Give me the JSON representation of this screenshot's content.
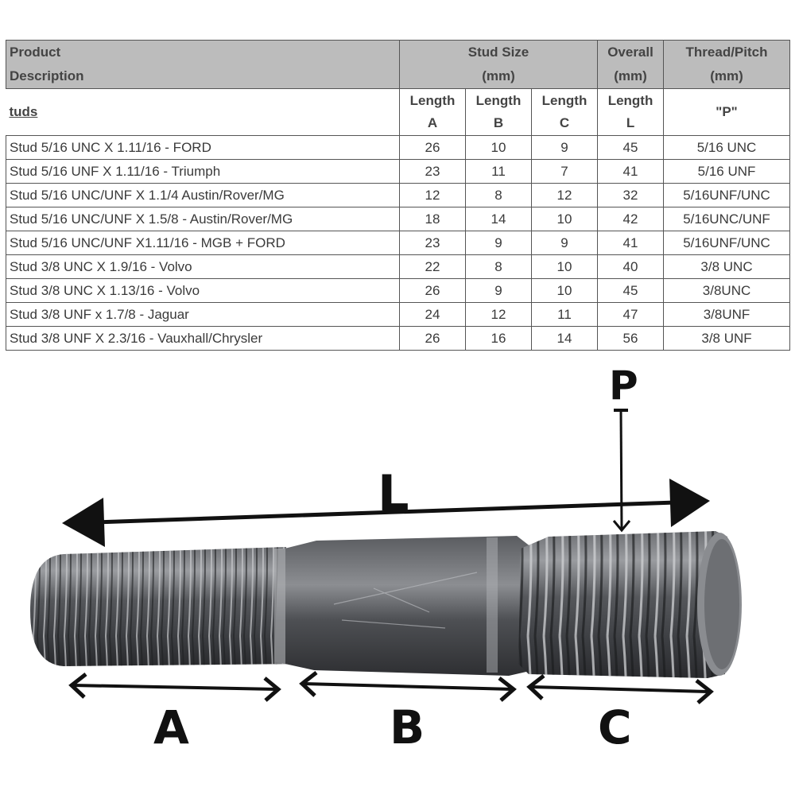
{
  "table": {
    "header": {
      "product_description": [
        "Product",
        "Description"
      ],
      "stud_size": [
        "Stud Size",
        "(mm)"
      ],
      "overall": [
        "Overall",
        "(mm)"
      ],
      "thread_pitch": [
        "Thread/Pitch",
        "(mm)"
      ]
    },
    "subheader": {
      "section": "tuds",
      "length_a": [
        "Length",
        "A"
      ],
      "length_b": [
        "Length",
        "B"
      ],
      "length_c": [
        "Length",
        "C"
      ],
      "length_l": [
        "Length",
        "L"
      ],
      "pitch": "\"P\""
    },
    "rows": [
      {
        "description": "Stud 5/16 UNC X 1.11/16 - FORD",
        "a": "26",
        "b": "10",
        "c": "9",
        "l": "45",
        "p": "5/16 UNC"
      },
      {
        "description": "Stud 5/16 UNF X 1.11/16 - Triumph",
        "a": "23",
        "b": "11",
        "c": "7",
        "l": "41",
        "p": "5/16 UNF"
      },
      {
        "description": "Stud 5/16 UNC/UNF X 1.1/4 Austin/Rover/MG",
        "a": "12",
        "b": "8",
        "c": "12",
        "l": "32",
        "p": "5/16UNF/UNC"
      },
      {
        "description": "Stud 5/16 UNC/UNF X 1.5/8 - Austin/Rover/MG",
        "a": "18",
        "b": "14",
        "c": "10",
        "l": "42",
        "p": "5/16UNC/UNF"
      },
      {
        "description": "Stud 5/16 UNC/UNF X1.11/16 - MGB + FORD",
        "a": "23",
        "b": "9",
        "c": "9",
        "l": "41",
        "p": "5/16UNF/UNC"
      },
      {
        "description": "Stud 3/8 UNC X 1.9/16 - Volvo",
        "a": "22",
        "b": "8",
        "c": "10",
        "l": "40",
        "p": "3/8 UNC"
      },
      {
        "description": "Stud 3/8 UNC X 1.13/16 - Volvo",
        "a": "26",
        "b": "9",
        "c": "10",
        "l": "45",
        "p": "3/8UNC"
      },
      {
        "description": "Stud 3/8 UNF x 1.7/8 - Jaguar",
        "a": "24",
        "b": "12",
        "c": "11",
        "l": "47",
        "p": "3/8UNF"
      },
      {
        "description": "Stud 3/8 UNF X 2.3/16 - Vauxhall/Chrysler",
        "a": "26",
        "b": "16",
        "c": "14",
        "l": "56",
        "p": "3/8 UNF"
      }
    ]
  },
  "diagram": {
    "labels": {
      "l": "L",
      "p": "P",
      "a": "A",
      "b": "B",
      "c": "C"
    },
    "colors": {
      "header_bg": "#bcbcbc",
      "arrow": "#111111",
      "metal_dark": "#3c3e42",
      "metal_light": "#9a9ca0"
    }
  }
}
